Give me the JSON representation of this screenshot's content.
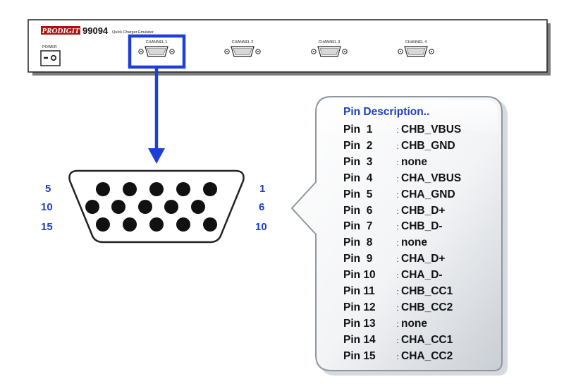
{
  "device": {
    "brand": "PRODIGIT",
    "model": "99094",
    "product_name": "Quick Charger Emulator",
    "power_label": "POWER",
    "channels": [
      "CHANNEL 1",
      "CHANNEL 2",
      "CHANNEL 3",
      "CHANNEL 4"
    ],
    "highlighted_channel": "CHANNEL 1"
  },
  "connector": {
    "row_top_left": "5",
    "row_mid_left": "10",
    "row_bot_left": "15",
    "row_top_right": "1",
    "row_mid_right": "6",
    "row_bot_right": "10"
  },
  "pin_description": {
    "title": "Pin Description..",
    "pins": [
      {
        "label": "Pin  1",
        "signal": "CHB_VBUS"
      },
      {
        "label": "Pin  2",
        "signal": "CHB_GND"
      },
      {
        "label": "Pin  3",
        "signal": "none"
      },
      {
        "label": "Pin  4",
        "signal": "CHA_VBUS"
      },
      {
        "label": "Pin  5",
        "signal": "CHA_GND"
      },
      {
        "label": "Pin  6",
        "signal": "CHB_D+"
      },
      {
        "label": "Pin  7",
        "signal": "CHB_D-"
      },
      {
        "label": "Pin  8",
        "signal": "none"
      },
      {
        "label": "Pin  9",
        "signal": "CHA_D+"
      },
      {
        "label": "Pin 10",
        "signal": "CHA_D-"
      },
      {
        "label": "Pin 11",
        "signal": "CHB_CC1"
      },
      {
        "label": "Pin 12",
        "signal": "CHB_CC2"
      },
      {
        "label": "Pin 13",
        "signal": "none"
      },
      {
        "label": "Pin 14",
        "signal": "CHA_CC1"
      },
      {
        "label": "Pin 15",
        "signal": "CHA_CC2"
      }
    ]
  },
  "colors": {
    "brand_red": "#b01010",
    "highlight_blue": "#1d3ed8",
    "accent_blue": "#1f3fbf",
    "pin_text": "#111111",
    "bubble_border": "#8e969e"
  }
}
